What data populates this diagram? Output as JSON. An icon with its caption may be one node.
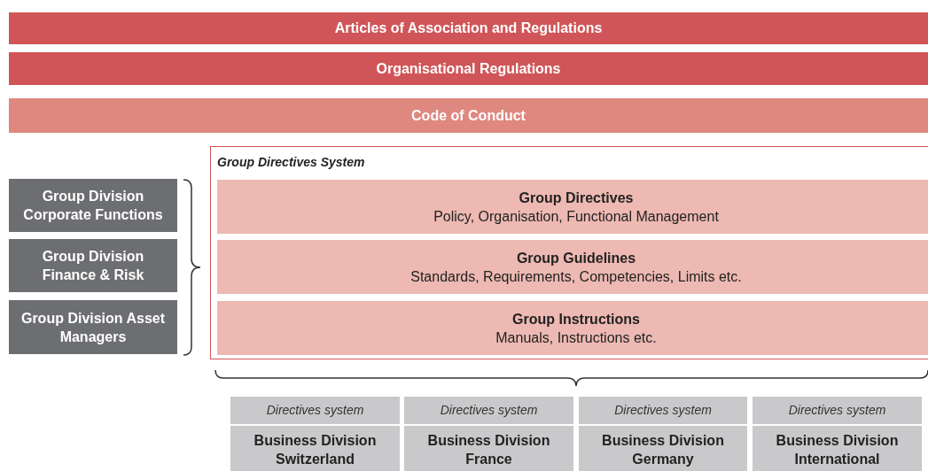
{
  "diagram": {
    "nodes": [
      {
        "text": [
          "Articles of Association and Regulations"
        ]
      },
      {
        "text": [
          "Organisational Regulations"
        ]
      },
      {
        "text": [
          "Code of Conduct"
        ]
      },
      {
        "text": [
          "Group Division Corporate Functions"
        ]
      },
      {
        "text": [
          "Group Division Finance & Risk"
        ]
      },
      {
        "text": [
          "Group Division Asset Managers"
        ]
      },
      {
        "text": [
          "Group Directives System"
        ]
      },
      {
        "text": [
          "Group Directives",
          "Policy, Organisation, Functional Management"
        ],
        "in": 6
      },
      {
        "text": [
          "Group Guidelines",
          "Standards, Requirements, Competencies, Limits etc."
        ],
        "in": 6
      },
      {
        "text": [
          "Group Instructions",
          "Manuals, Instructions etc."
        ],
        "in": 6
      },
      {
        "text": [
          "Directives system",
          "Business Division Switzerland"
        ]
      },
      {
        "text": [
          "Directives system",
          "Business Division France"
        ]
      },
      {
        "text": [
          "Directives system",
          "Business Division Germany"
        ]
      },
      {
        "text": [
          "Directives system",
          "Business Division International"
        ]
      }
    ]
  }
}
